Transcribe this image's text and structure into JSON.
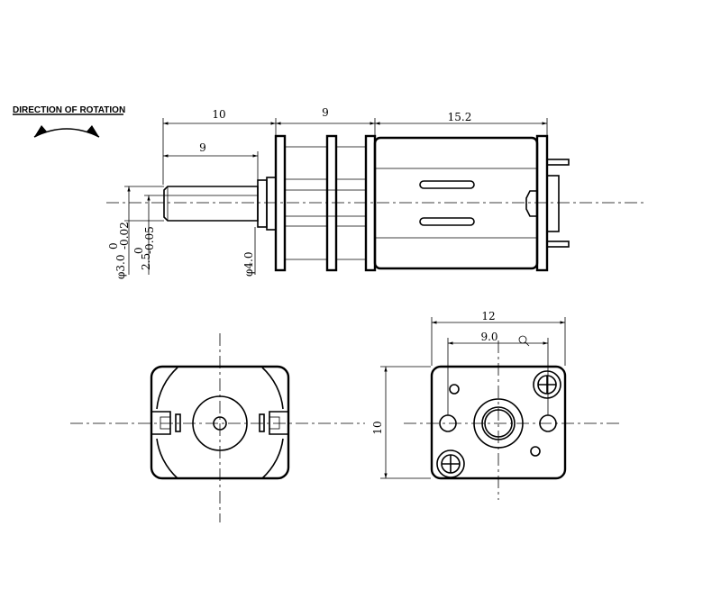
{
  "title": {
    "direction_of_rotation": "DIRECTION OF ROTATION"
  },
  "side_view": {
    "dim_gearbox_length": "10",
    "dim_gear_stages": "9",
    "dim_motor_length": "15.2",
    "dim_shaft_length": "9",
    "dim_shaft_dia_main": "φ3.0",
    "dim_shaft_dia_tol_upper": "0",
    "dim_shaft_dia_tol_lower": "-0.02",
    "dim_flat_main": "2.5",
    "dim_flat_tol_upper": "0",
    "dim_flat_tol_lower": "-0.05",
    "dim_boss_dia": "φ4.0"
  },
  "rear_view": {
    "dim_width": "12",
    "dim_hole_spacing": "9.0",
    "dim_height": "10"
  },
  "colors": {
    "line": "#000000",
    "background": "#ffffff"
  }
}
